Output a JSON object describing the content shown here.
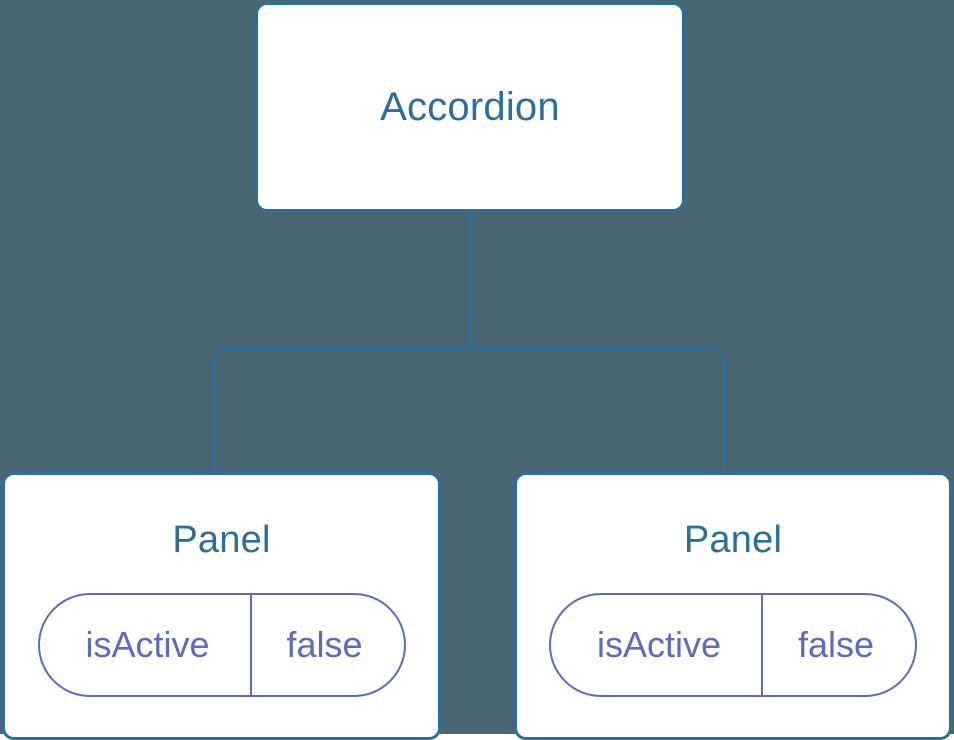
{
  "diagram": {
    "type": "component-tree",
    "background_color": "#4a6670",
    "node_border_color": "#2d6e9e",
    "node_title_color": "#2d6e9e",
    "prop_color": "#5c6bc0",
    "connector_color": "#2d6e9e"
  },
  "root": {
    "title": "Accordion"
  },
  "children": [
    {
      "title": "Panel",
      "prop": {
        "key": "isActive",
        "value": "false"
      }
    },
    {
      "title": "Panel",
      "prop": {
        "key": "isActive",
        "value": "false"
      }
    }
  ]
}
